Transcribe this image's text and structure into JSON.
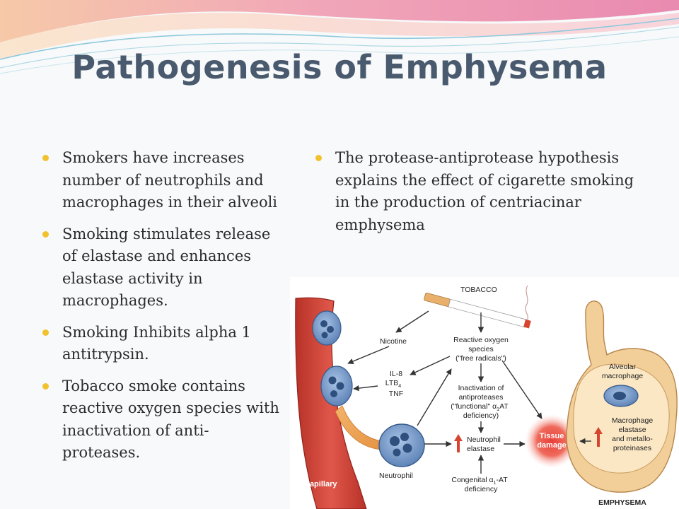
{
  "slide": {
    "title": "Pathogenesis of Emphysema",
    "left_bullets": [
      "Smokers have increases number of neutrophils and macrophages in  their alveoli",
      "Smoking stimulates release of elastase and enhances elastase activity in macrophages.",
      "Smoking Inhibits alpha 1 antitrypsin.",
      "Tobacco smoke contains reactive oxygen species with inactivation of anti-proteases."
    ],
    "right_bullets": [
      "The protease-antiprotease hypothesis explains the effect of cigarette smoking in the production of centriacinar emphysema"
    ]
  },
  "diagram": {
    "tobacco": "TOBACCO",
    "nicotine": "Nicotine",
    "ros_1": "Reactive oxygen",
    "ros_2": "species",
    "ros_3": "(\"free radicals\")",
    "il8": "IL-8",
    "ltb": "LTB",
    "ltb_sub": "4",
    "tnf": "TNF",
    "inact_1": "Inactivation of",
    "inact_2": "antiproteases",
    "inact_3": "(\"functional\" α",
    "inact_3_sub": "1",
    "inact_3_end": "AT",
    "inact_4": "deficiency)",
    "neutrophil_elastase_1": "Neutrophil",
    "neutrophil_elastase_2": "elastase",
    "neutrophil": "Neutrophil",
    "congenital_1": "Congenital α",
    "congenital_sub": "1",
    "congenital_end": "-AT",
    "congenital_2": "deficiency",
    "tissue_1": "Tissue",
    "tissue_2": "damage",
    "alveolar_1": "Alveolar",
    "alveolar_2": "macrophage",
    "mac_elastase_1": "Macrophage",
    "mac_elastase_2": "elastase",
    "mac_elastase_3": "and metallo-",
    "mac_elastase_4": "proteinases",
    "capillary": "Capillary",
    "emphysema": "EMPHYSEMA"
  },
  "colors": {
    "title": "#4a5a6e",
    "bullet_dot": "#f2c12e",
    "capillary": "#d9473a",
    "cell": "#6f93c6",
    "tissue_damage": "#e8413a",
    "alveoli": "#f2ce98"
  }
}
